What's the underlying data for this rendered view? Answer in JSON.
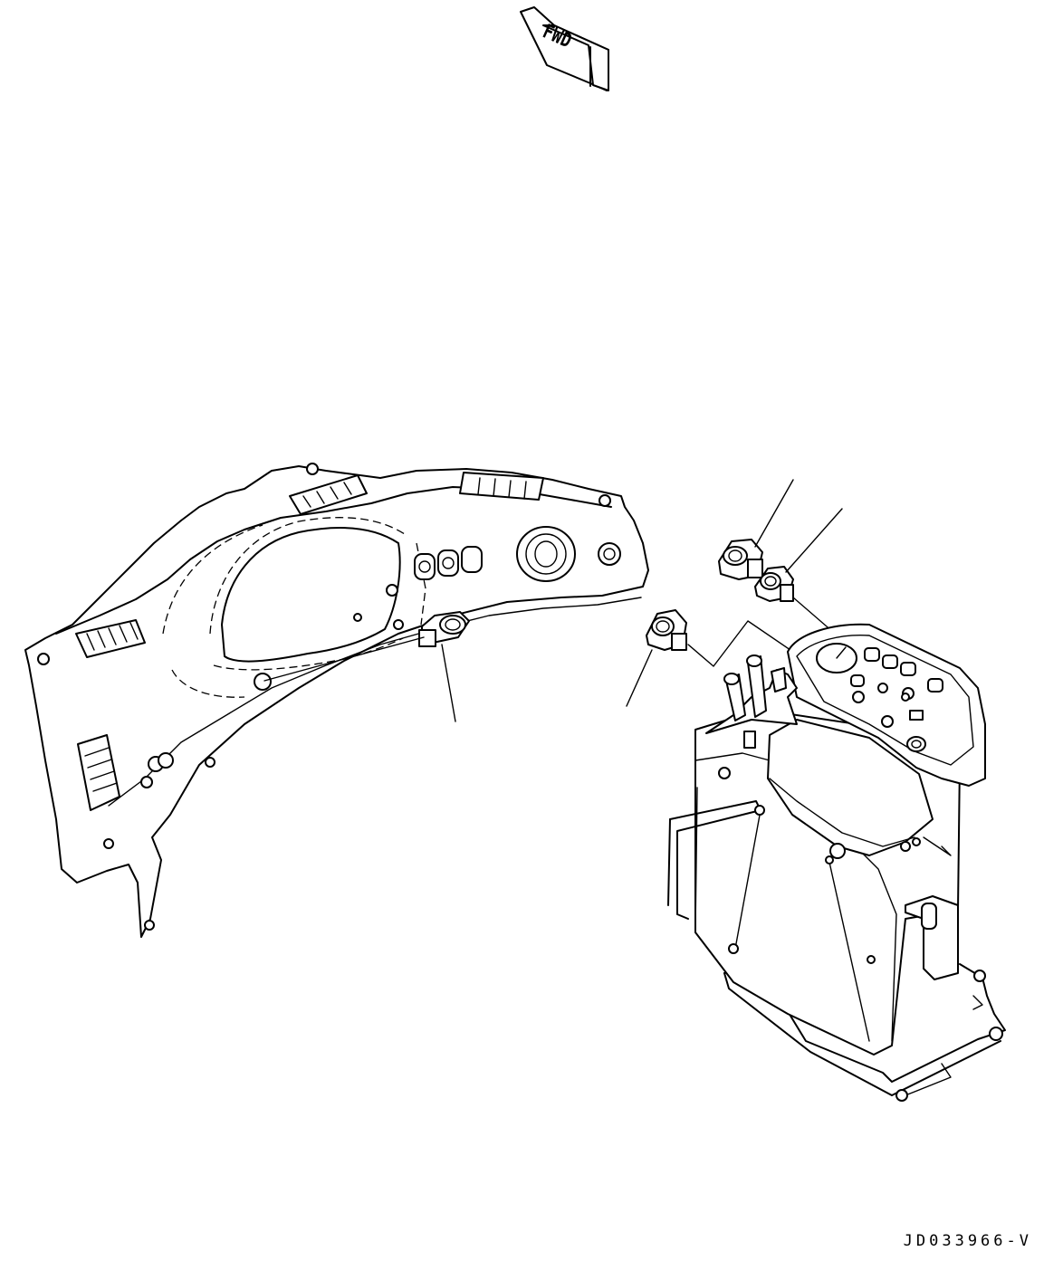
{
  "diagram": {
    "forward_arrow_label": "FWD",
    "drawing_number": "JD033966-V",
    "components": [
      {
        "name": "dashboard-panel"
      },
      {
        "name": "operator-control-console"
      },
      {
        "name": "switch-dashboard"
      },
      {
        "name": "switch-console-a"
      },
      {
        "name": "switch-console-b"
      },
      {
        "name": "switch-console-c"
      }
    ]
  }
}
